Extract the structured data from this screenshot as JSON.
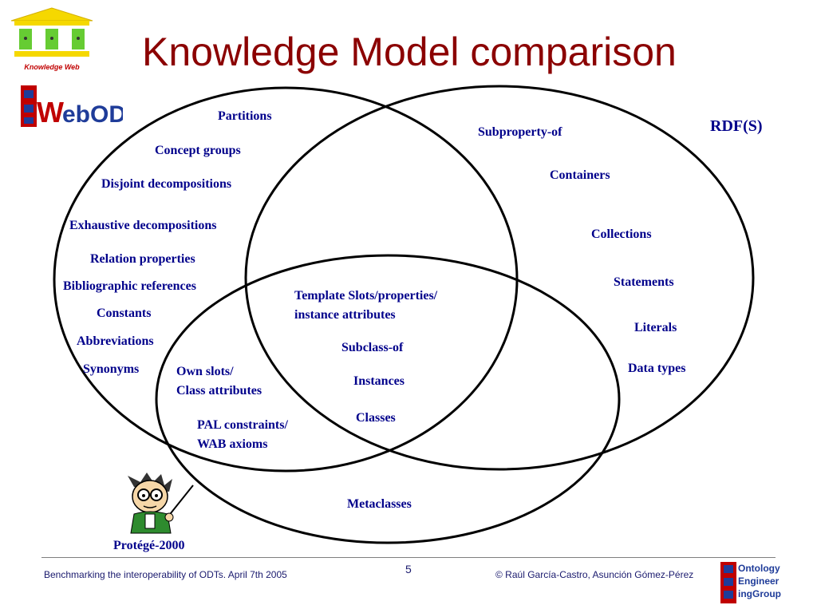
{
  "title": "Knowledge Model comparison",
  "logos": {
    "knowledge_web": "Knowledge Web",
    "webode": "WebODE",
    "ontology_group": [
      "Ontology",
      "Engineer",
      "ingGroup"
    ]
  },
  "sets": {
    "webode": "WebODE",
    "rdfs": "RDF(S)",
    "protege": "Protégé-2000"
  },
  "labels": {
    "partitions": "Partitions",
    "concept_groups": "Concept groups",
    "disjoint_decompositions": "Disjoint decompositions",
    "exhaustive_decompositions": "Exhaustive decompositions",
    "relation_properties": "Relation properties",
    "bibliographic_references": "Bibliographic references",
    "constants": "Constants",
    "abbreviations": "Abbreviations",
    "synonyms": "Synonyms",
    "subproperty_of": "Subproperty-of",
    "containers": "Containers",
    "collections": "Collections",
    "statements": "Statements",
    "literals": "Literals",
    "data_types": "Data types",
    "template_slots_1": "Template Slots/properties/",
    "template_slots_2": "instance attributes",
    "subclass_of": "Subclass-of",
    "instances": "Instances",
    "classes": "Classes",
    "own_slots_1": "Own slots/",
    "own_slots_2": "Class attributes",
    "pal_1": "PAL constraints/",
    "pal_2": "WAB axioms",
    "metaclasses": "Metaclasses"
  },
  "footer": {
    "left": "Benchmarking the interoperability of ODTs. April 7th 2005",
    "page": "5",
    "right": "© Raúl García-Castro, Asunción Gómez-Pérez"
  },
  "colors": {
    "title": "#8b0000",
    "label": "#00008b",
    "circle": "#000000"
  }
}
